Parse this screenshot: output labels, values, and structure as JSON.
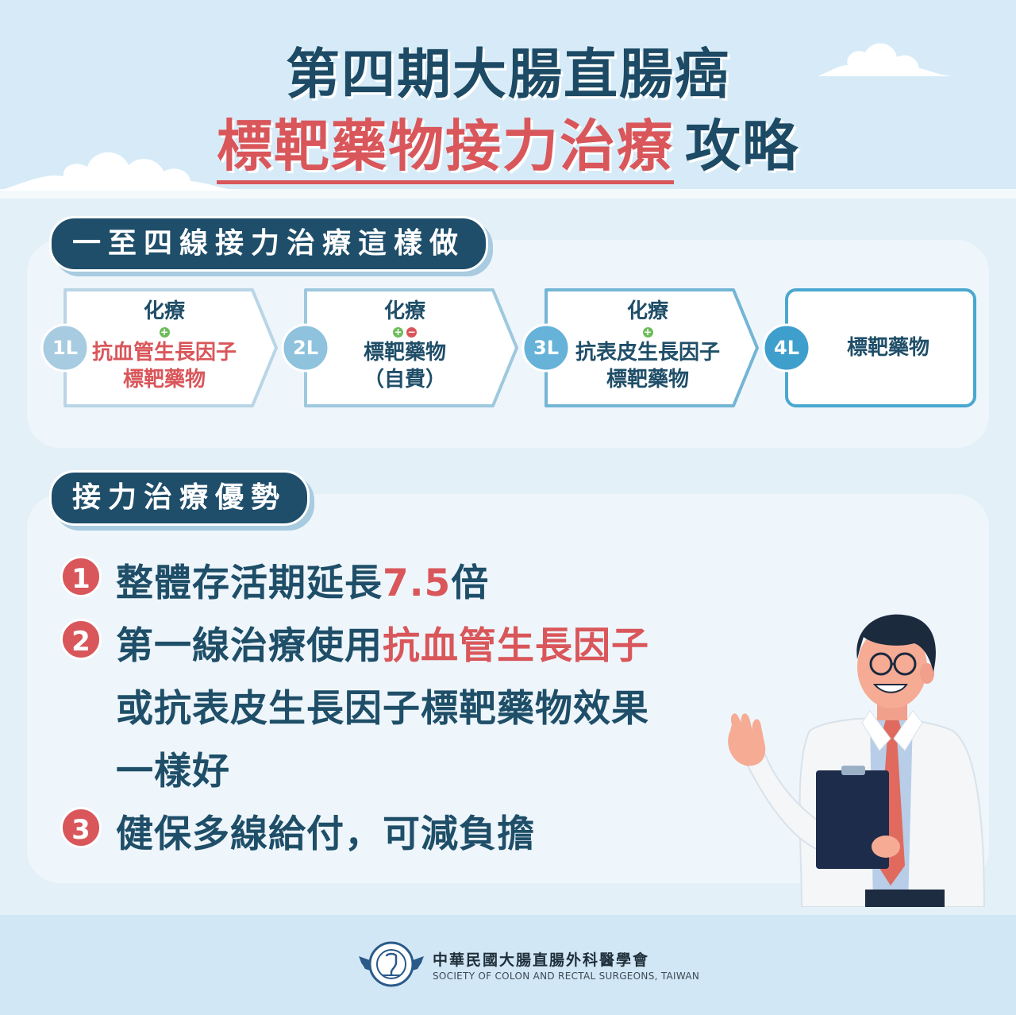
{
  "header": {
    "title_line1": "第四期大腸直腸癌",
    "title_line2_highlight": "標靶藥物接力治療",
    "title_line2_rest": "攻略"
  },
  "section1": {
    "heading": "一至四線接力治療這樣做",
    "steps": [
      {
        "badge": "1L",
        "line_a": "化療",
        "sign": "+",
        "line_b": "抗血管生長因子",
        "line_c": "標靶藥物"
      },
      {
        "badge": "2L",
        "line_a": "化療",
        "sign_plus": "+",
        "sign_minus": "−",
        "line_b": "標靶藥物",
        "line_c": "（自費）"
      },
      {
        "badge": "3L",
        "line_a": "化療",
        "sign": "+",
        "line_b": "抗表皮生長因子",
        "line_c": "標靶藥物"
      },
      {
        "badge": "4L",
        "line_a": "標靶藥物"
      }
    ]
  },
  "section2": {
    "heading": "接力治療優勢",
    "items": [
      {
        "num": "1",
        "text_before": "整體存活期延長",
        "highlight": "7.5",
        "text_after": "倍"
      },
      {
        "num": "2",
        "text_before": "第一線治療使用",
        "highlight": "抗血管生長因子",
        "line2": "或抗表皮生長因子標靶藥物效果",
        "line3": "一樣好"
      },
      {
        "num": "3",
        "text_before": "健保多線給付，可減負擔"
      }
    ]
  },
  "footer": {
    "org_name_zh": "中華民國大腸直腸外科醫學會",
    "org_name_en": "SOCIETY OF COLON AND RECTAL SURGEONS, TAIWAN"
  },
  "colors": {
    "navy": "#1f4e68",
    "red": "#d9565a",
    "step_border_1": "#b6d3e4",
    "step_border_4": "#4aa7cf"
  }
}
